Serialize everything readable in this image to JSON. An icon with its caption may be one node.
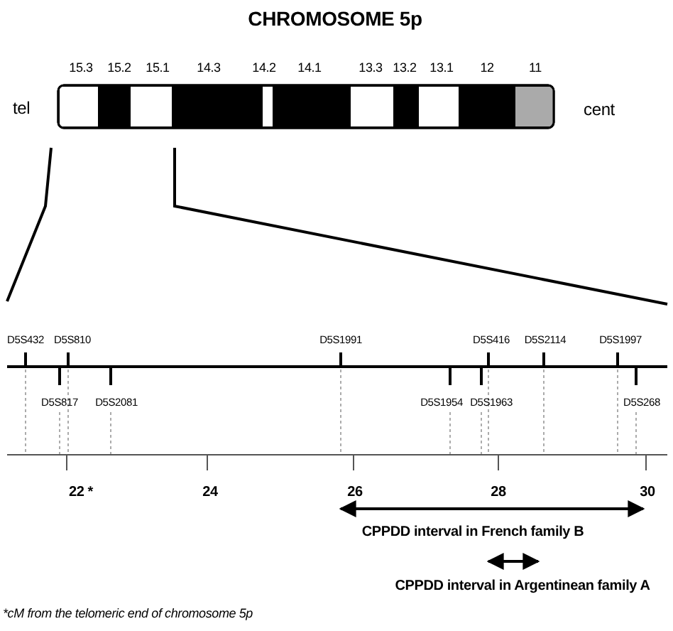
{
  "diagram": {
    "title": "CHROMOSOME 5p",
    "caption": "*cM from the telomeric end of chromosome 5p",
    "labels": [
      "15.3",
      "15.2",
      "15.1",
      "14.3",
      "14.2",
      "14.1",
      "13.3",
      "13.2",
      "13.1",
      "12",
      "11",
      "tel",
      "cent",
      "D5S432",
      "D5S810",
      "D5S1991",
      "D5S416",
      "D5S2114",
      "D5S1997",
      "D5S817",
      "D5S2081",
      "D5S1954",
      "D5S1963",
      "D5S268",
      "22 *",
      "24",
      "26",
      "28",
      "30",
      "CPPDD interval in French family B",
      "CPPDD interval in Argentinean family A"
    ]
  }
}
